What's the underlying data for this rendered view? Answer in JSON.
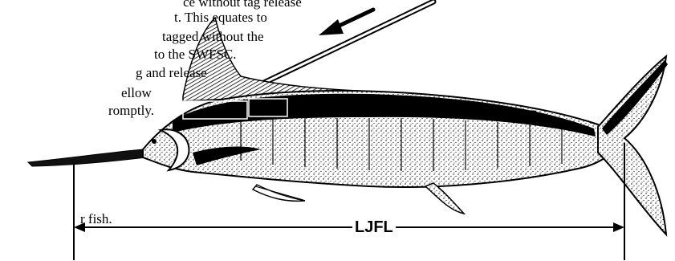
{
  "text_fragments": [
    "ce without tag release",
    "t.  This equates to",
    "tagged without the",
    "to the SWFSC.",
    "g and release",
    "ellow",
    "romptly.",
    "r fish."
  ],
  "measurement": {
    "label": "LJFL"
  },
  "illustration": {
    "subject": "marlin",
    "ink_color": "#000000",
    "paper_color": "#ffffff"
  },
  "icons": [
    "arrow-left-icon"
  ]
}
